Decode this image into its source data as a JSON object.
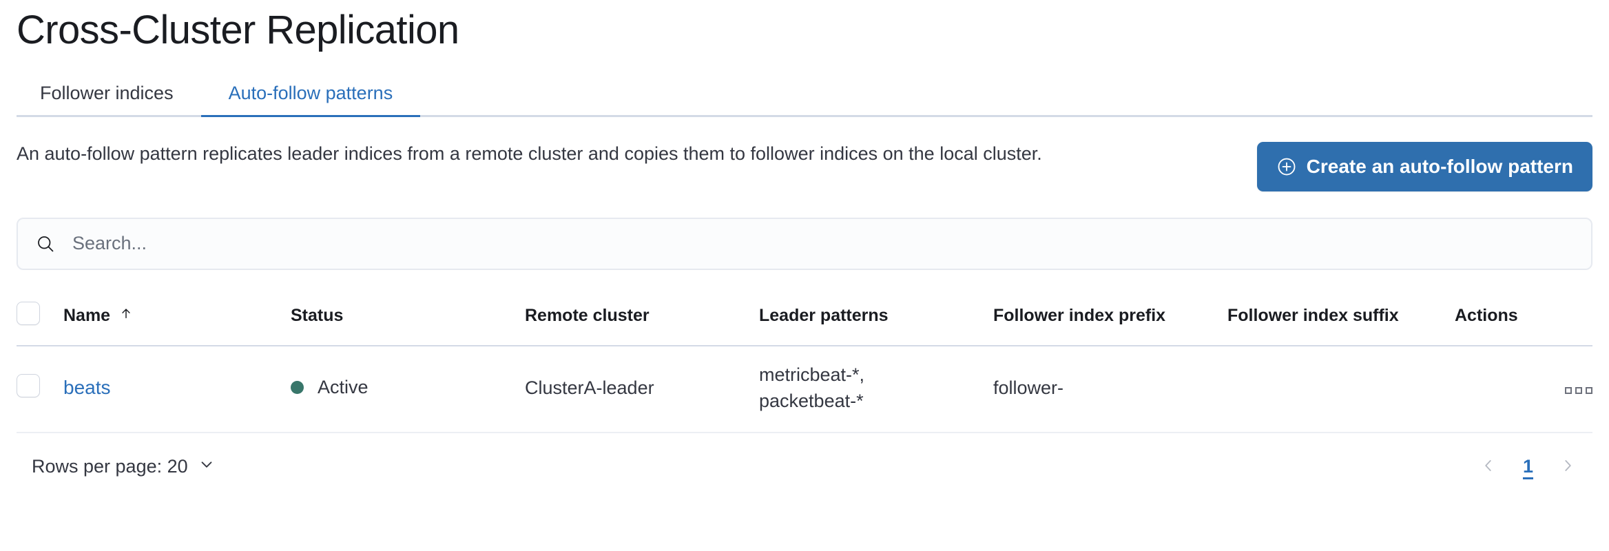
{
  "page": {
    "title": "Cross-Cluster Replication"
  },
  "tabs": [
    {
      "label": "Follower indices",
      "selected": false
    },
    {
      "label": "Auto-follow patterns",
      "selected": true
    }
  ],
  "intro": {
    "description": "An auto-follow pattern replicates leader indices from a remote cluster and copies them to follower indices on the local cluster.",
    "create_button_label": "Create an auto-follow pattern",
    "create_button_icon": "plus-in-circle-icon",
    "accent_color": "#2f6fae"
  },
  "search": {
    "value": "",
    "placeholder": "Search...",
    "icon": "search-icon"
  },
  "table": {
    "columns": [
      {
        "key": "name",
        "label": "Name",
        "sorted": "asc",
        "sort_icon": "sort-up-arrow-icon"
      },
      {
        "key": "status",
        "label": "Status"
      },
      {
        "key": "remote_cluster",
        "label": "Remote cluster"
      },
      {
        "key": "leader_patterns",
        "label": "Leader patterns"
      },
      {
        "key": "follower_index_prefix",
        "label": "Follower index prefix"
      },
      {
        "key": "follower_index_suffix",
        "label": "Follower index suffix"
      },
      {
        "key": "actions",
        "label": "Actions"
      }
    ],
    "rows": [
      {
        "selected": false,
        "name": "beats",
        "status": "Active",
        "status_color": "#38766a",
        "remote_cluster": "ClusterA-leader",
        "leader_patterns": "metricbeat-*,\npacketbeat-*",
        "leader_patterns_lines": [
          "metricbeat-*,",
          "packetbeat-*"
        ],
        "follower_index_prefix": "follower-",
        "follower_index_suffix": "",
        "actions_icon": "boxes-horizontal-icon"
      }
    ]
  },
  "footer": {
    "rows_per_page_label": "Rows per page: 20",
    "rows_per_page_value": "20",
    "rows_per_page_icon": "chevron-down-icon",
    "prev_icon": "chevron-left-icon",
    "next_icon": "chevron-right-icon",
    "current_page": "1"
  }
}
